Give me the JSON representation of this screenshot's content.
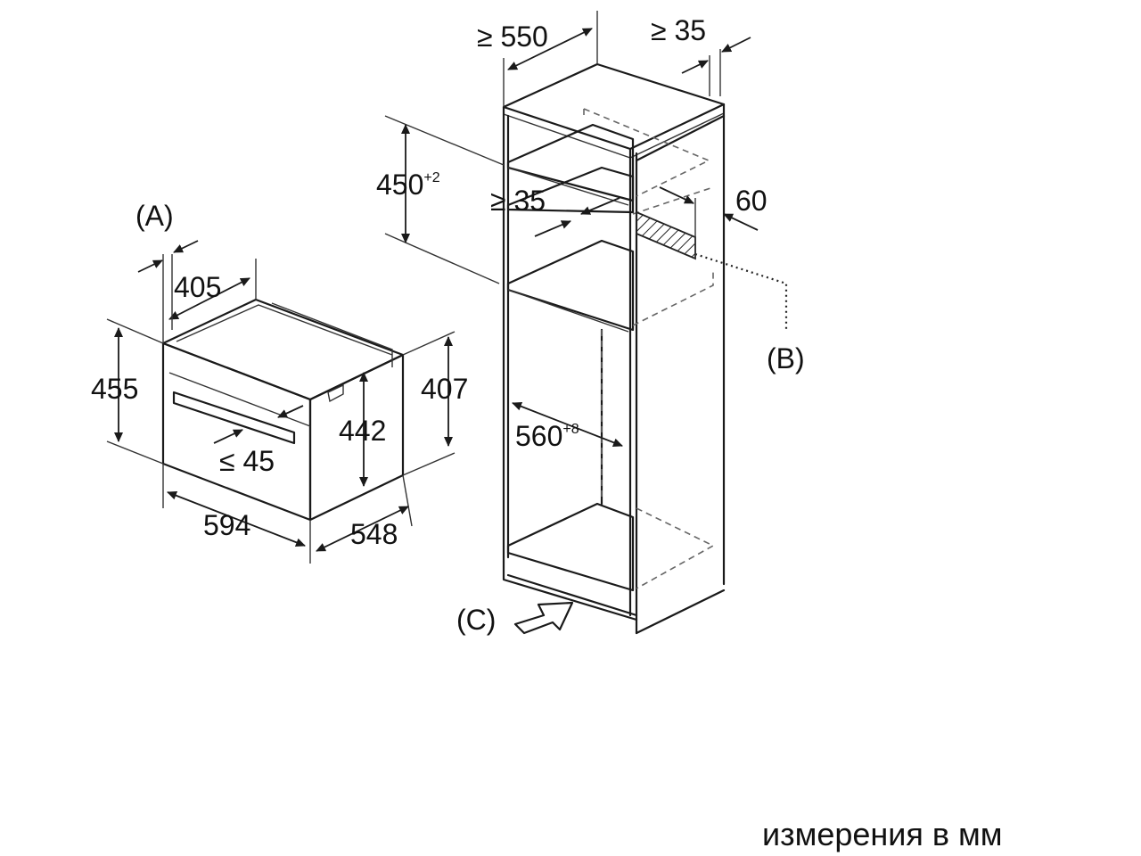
{
  "dimensions": {
    "appliance": {
      "width": "594",
      "depth": "548",
      "front_height": "455",
      "body_height": "442",
      "rear_height": "407",
      "top_depth": "405",
      "handle_projection": "≤ 45"
    },
    "niche": {
      "depth_min": "≥ 550",
      "rear_gap": "≥ 35",
      "height": "450",
      "height_tolerance": "+2",
      "width": "560",
      "width_tolerance": "+8",
      "ventilation_gap": "≥ 35",
      "opening": "60"
    }
  },
  "labels": {
    "a": "(A)",
    "b": "(B)",
    "c": "(C)"
  },
  "footer": {
    "note": "измерения в мм"
  },
  "colors": {
    "line": "#1a1a1a",
    "dashed": "#666666",
    "background": "#ffffff"
  }
}
